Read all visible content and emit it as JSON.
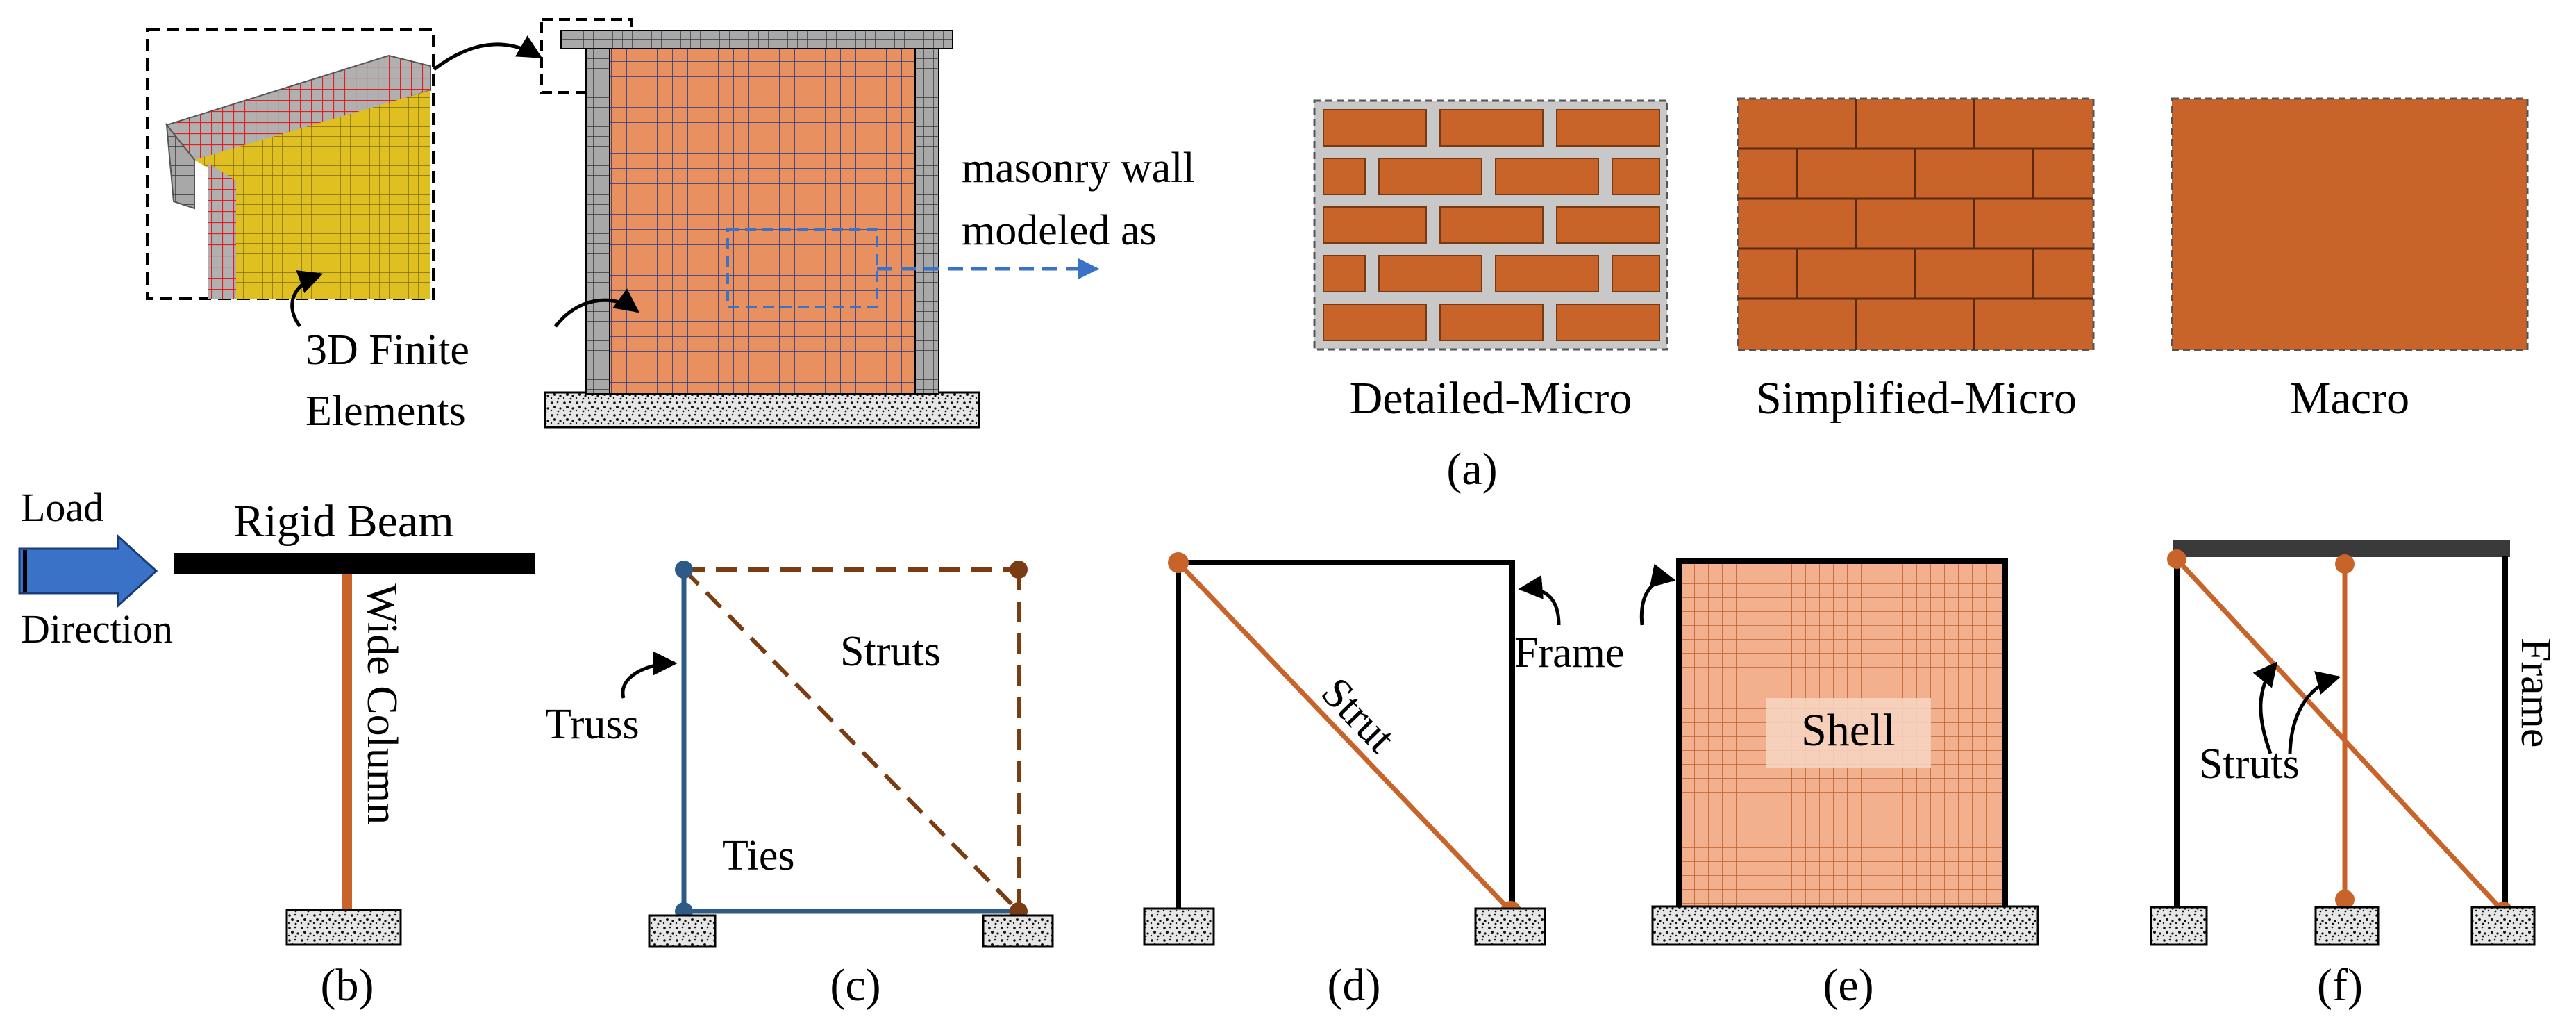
{
  "panel_a": {
    "annotation_wall": [
      "masonry wall",
      "modeled as"
    ],
    "annotation_fe": [
      "3D Finite",
      "Elements"
    ],
    "brick_labels": [
      "Detailed-Micro",
      "Simplified-Micro",
      "Macro"
    ],
    "caption": "(a)"
  },
  "panel_b": {
    "beam_label": "Rigid Beam",
    "column_label": "Wide Column",
    "load_label": [
      "Load",
      "Direction"
    ],
    "caption": "(b)"
  },
  "panel_c": {
    "struts_label": "Struts",
    "truss_label": "Truss",
    "ties_label": "Ties",
    "caption": "(c)"
  },
  "panel_d": {
    "strut_label": "Strut",
    "frame_label": "Frame",
    "caption": "(d)"
  },
  "panel_e": {
    "shell_label": "Shell",
    "caption": "(e)"
  },
  "panel_f": {
    "struts_label": "Struts",
    "frame_label": "Frame",
    "caption": "(f)"
  },
  "colors": {
    "brick": "#c8642a",
    "brick_light": "#f0b08a",
    "mortar": "#c8c8c8",
    "truss_blue": "#2e5b85",
    "strut_brown": "#7a3c12",
    "arrow_blue": "#3a72c8",
    "fe_yellow": "#e0c020",
    "fe_red": "#e02020"
  }
}
